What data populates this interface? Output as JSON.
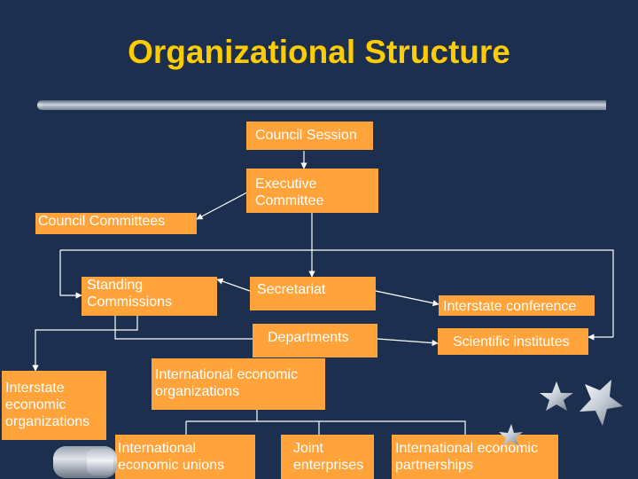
{
  "title": "Organizational Structure",
  "boxes": {
    "council_session": "Council Session",
    "executive_committee": "Executive Committee",
    "council_committees": "Council Committees",
    "standing_commissions": "Standing Commissions",
    "secretariat": "Secretariat",
    "interstate_conference": "Interstate conference",
    "departments": "Departments",
    "scientific_institutes": "Scientific institutes",
    "international_economic_organizations": "International economic organizations",
    "interstate_economic_organizations": "Interstate economic organizations",
    "international_economic_unions": "International economic unions",
    "joint_enterprises": "Joint enterprises",
    "international_economic_partnerships": "International economic partnerships"
  },
  "colors": {
    "background": "#1c2f4f",
    "title": "#ffcc00",
    "box_fill": "#ffa33a",
    "box_text": "#ffffff",
    "connector": "#ffffff"
  },
  "icons": [
    "star-icon",
    "star-icon",
    "star-icon"
  ]
}
